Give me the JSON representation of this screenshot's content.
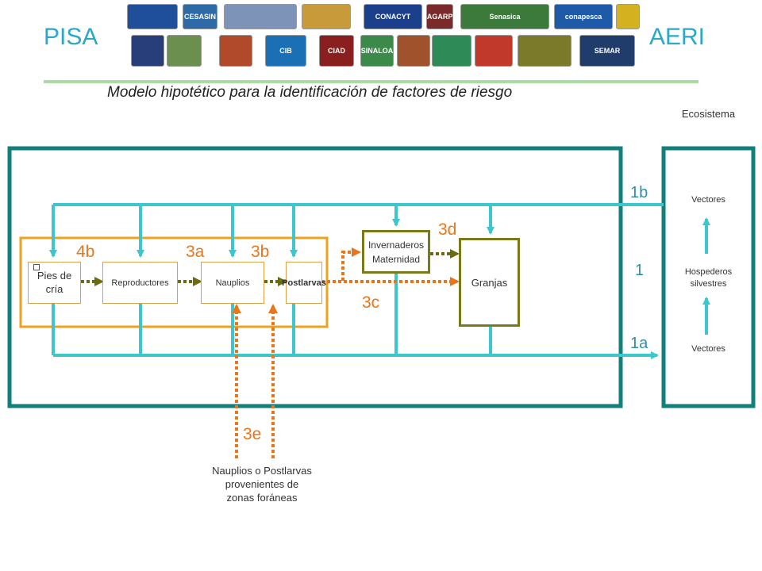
{
  "header": {
    "left_brand": "PISA",
    "right_brand": "AERI",
    "title": "Modelo hipotético para la identificación de factores de riesgo"
  },
  "logos": [
    {
      "name": "logo-1",
      "text": "",
      "color": "#1f4f9a"
    },
    {
      "name": "logo-cesasin",
      "text": "CESASIN",
      "color": "#2d6aa6"
    },
    {
      "name": "logo-3",
      "text": "",
      "color": "#7d94b8"
    },
    {
      "name": "logo-4",
      "text": "",
      "color": "#c89a3a"
    },
    {
      "name": "logo-conacyt",
      "text": "CONACYT",
      "color": "#1c3f8c"
    },
    {
      "name": "logo-sagarpa",
      "text": "SAGARPA",
      "color": "#7a2a2a"
    },
    {
      "name": "logo-senasica",
      "text": "Senasica",
      "color": "#3b7a3b"
    },
    {
      "name": "logo-conapesca",
      "text": "conapesca",
      "color": "#1e5aa8"
    },
    {
      "name": "logo-9",
      "text": "",
      "color": "#d4b21f"
    },
    {
      "name": "logo-unam",
      "text": "",
      "color": "#283e7a"
    },
    {
      "name": "logo-11",
      "text": "",
      "color": "#6b8f4e"
    },
    {
      "name": "logo-12",
      "text": "",
      "color": "#b04a2a"
    },
    {
      "name": "logo-cib",
      "text": "CIB",
      "color": "#1b6fb5"
    },
    {
      "name": "logo-ciad",
      "text": "CIAD",
      "color": "#8a1f1f"
    },
    {
      "name": "logo-sinaloa",
      "text": "SINALOA",
      "color": "#3c8a4a"
    },
    {
      "name": "logo-16",
      "text": "",
      "color": "#a0522d"
    },
    {
      "name": "logo-17",
      "text": "",
      "color": "#2e8b57"
    },
    {
      "name": "logo-18",
      "text": "",
      "color": "#c0392b"
    },
    {
      "name": "logo-19",
      "text": "",
      "color": "#7a7a2a"
    },
    {
      "name": "logo-semar",
      "text": "SEMAR",
      "color": "#1f3c6b"
    }
  ],
  "colors": {
    "teal": "#137f7a",
    "cyan": "#3ec6cf",
    "olive": "#7a7a1a",
    "orange": "#e8761a",
    "gold": "#f0a020"
  },
  "diagram": {
    "ecosistema_label": "Ecosistema",
    "nodes": {
      "pies": "Pies de cría",
      "reproductores": "Reproductores",
      "nauplios": "Nauplios",
      "postlarvas": "Postlarvas",
      "invernaderos": "Invernaderos Maternidad",
      "granjas": "Granjas",
      "foraneas": "Nauplios o Postlarvas provenientes de zonas foráneas"
    },
    "eco_nodes": {
      "vectores_top": "Vectores",
      "hospederos": "Hospederos silvestres",
      "vectores_bottom": "Vectores"
    },
    "labels": {
      "l4b": "4b",
      "l3a": "3a",
      "l3b": "3b",
      "l3c": "3c",
      "l3d": "3d",
      "l3e": "3e",
      "l1b": "1b",
      "l1": "1",
      "l1a": "1a"
    }
  }
}
